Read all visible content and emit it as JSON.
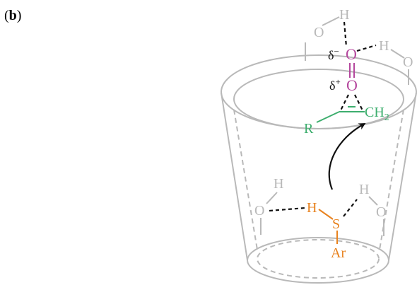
{
  "panel": {
    "open": "(",
    "letter": "b",
    "close": ")"
  },
  "colors": {
    "cup": "#b9b9b9",
    "water": "#b9b9b9",
    "oxygen_pink": "#b5489e",
    "alkene_green": "#3dae6e",
    "thiol_orange": "#e8821e",
    "bond_black": "#111111"
  },
  "labels": {
    "top_water_O": "O",
    "top_water_H": "H",
    "right_water_H": "H",
    "right_water_O": "O",
    "delta_minus_symbol": "δ",
    "delta_minus_sign": "−",
    "delta_plus_symbol": "δ",
    "delta_plus_sign": "+",
    "peroxide_O_top": "O",
    "peroxide_O_bottom": "O",
    "alkene_R": "R",
    "alkene_CH": "CH",
    "alkene_sub": "2",
    "left_water_H": "H",
    "left_water_O": "O",
    "thiol_H": "H",
    "thiol_S": "S",
    "thiol_Ar": "Ar",
    "inner_water_H": "H",
    "inner_water_O": "O"
  }
}
